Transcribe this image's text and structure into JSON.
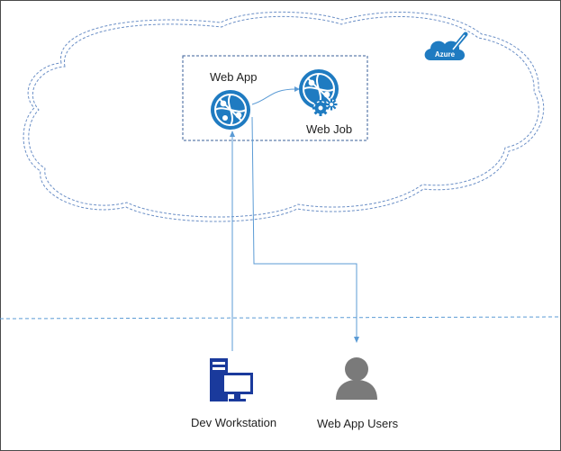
{
  "nodes": {
    "web_app": "Web App",
    "web_job": "Web Job",
    "dev_workstation": "Dev Workstation",
    "web_app_users": "Web App Users",
    "azure_badge": "Azure"
  },
  "icons": {
    "web_app": "web-app-globe-icon",
    "web_job": "web-job-globe-gears-icon",
    "dev_workstation": "workstation-icon",
    "web_app_users": "user-icon",
    "azure_badge": "azure-cloud-icon"
  },
  "colors": {
    "azure_blue": "#1f7bc1",
    "dark_blue": "#1a3a9c",
    "user_gray": "#7a7a7a",
    "line_blue": "#5b9bd5"
  }
}
